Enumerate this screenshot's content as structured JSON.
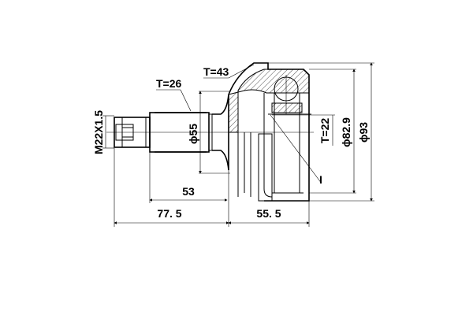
{
  "drawing": {
    "thread_label": "M22X1.5",
    "shaft_spline_label": "T=26",
    "outer_spline_label": "T=43",
    "inner_spline_label": "T=22",
    "shaft_diameter_label": "ϕ55",
    "inner_diameter_label": "ϕ82.9",
    "outer_diameter_label": "ϕ93",
    "length_53_label": "53",
    "length_77_5_label": "77. 5",
    "length_55_5_label": "55. 5",
    "marker_label": "I"
  }
}
